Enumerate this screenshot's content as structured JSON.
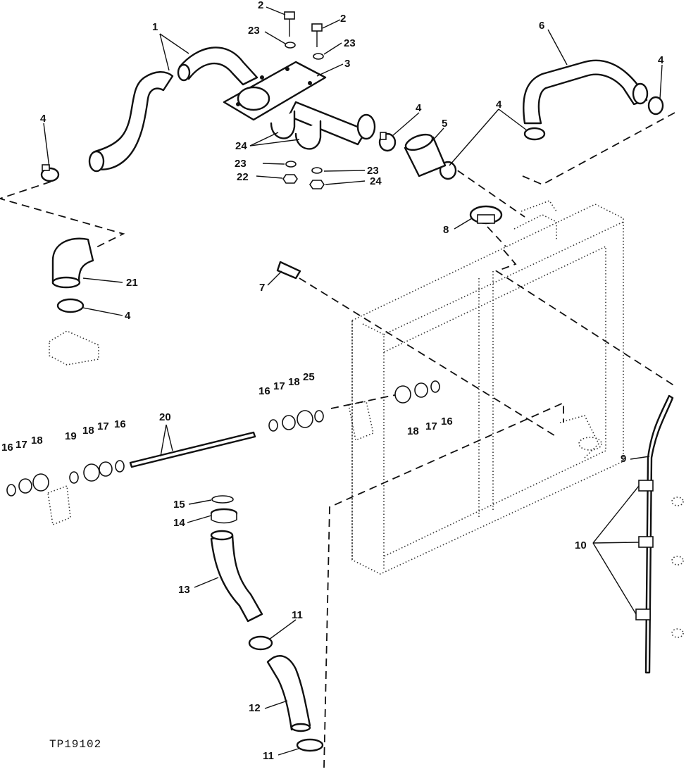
{
  "figure_code": "TP19102",
  "callouts": [
    {
      "id": "c1",
      "text": "1"
    },
    {
      "id": "c2a",
      "text": "2"
    },
    {
      "id": "c2b",
      "text": "2"
    },
    {
      "id": "c3",
      "text": "3"
    },
    {
      "id": "c4a",
      "text": "4"
    },
    {
      "id": "c4b",
      "text": "4"
    },
    {
      "id": "c4c",
      "text": "4"
    },
    {
      "id": "c4d",
      "text": "4"
    },
    {
      "id": "c4e",
      "text": "4"
    },
    {
      "id": "c5",
      "text": "5"
    },
    {
      "id": "c6",
      "text": "6"
    },
    {
      "id": "c7",
      "text": "7"
    },
    {
      "id": "c8",
      "text": "8"
    },
    {
      "id": "c9",
      "text": "9"
    },
    {
      "id": "c10",
      "text": "10"
    },
    {
      "id": "c11a",
      "text": "11"
    },
    {
      "id": "c11b",
      "text": "11"
    },
    {
      "id": "c12",
      "text": "12"
    },
    {
      "id": "c13",
      "text": "13"
    },
    {
      "id": "c14",
      "text": "14"
    },
    {
      "id": "c15",
      "text": "15"
    },
    {
      "id": "c16a",
      "text": "16"
    },
    {
      "id": "c16b",
      "text": "16"
    },
    {
      "id": "c16c",
      "text": "16"
    },
    {
      "id": "c16d",
      "text": "16"
    },
    {
      "id": "c17a",
      "text": "17"
    },
    {
      "id": "c17b",
      "text": "17"
    },
    {
      "id": "c17c",
      "text": "17"
    },
    {
      "id": "c17d",
      "text": "17"
    },
    {
      "id": "c18a",
      "text": "18"
    },
    {
      "id": "c18b",
      "text": "18"
    },
    {
      "id": "c18c",
      "text": "18"
    },
    {
      "id": "c18d",
      "text": "18"
    },
    {
      "id": "c19",
      "text": "19"
    },
    {
      "id": "c20",
      "text": "20"
    },
    {
      "id": "c21",
      "text": "21"
    },
    {
      "id": "c22",
      "text": "22"
    },
    {
      "id": "c23a",
      "text": "23"
    },
    {
      "id": "c23b",
      "text": "23"
    },
    {
      "id": "c23c",
      "text": "23"
    },
    {
      "id": "c23d",
      "text": "23"
    },
    {
      "id": "c24a",
      "text": "24"
    },
    {
      "id": "c24b",
      "text": "24"
    },
    {
      "id": "c25",
      "text": "25"
    }
  ]
}
